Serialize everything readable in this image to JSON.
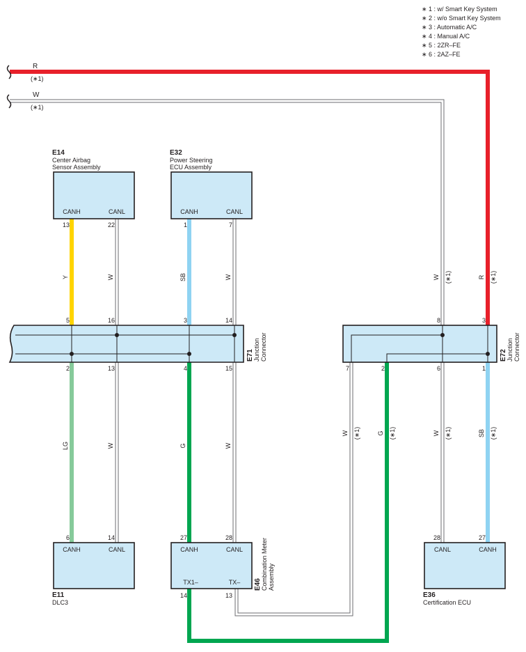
{
  "legend": [
    "∗ 1 : w/ Smart Key System",
    "∗ 2 : w/o Smart Key System",
    "∗ 3 : Automatic A/C",
    "∗ 4 : Manual A/C",
    "∗ 5 : 2ZR–FE",
    "∗ 6 : 2AZ–FE"
  ],
  "colors": {
    "R": "#e8202a",
    "Y": "#ffd400",
    "SB": "#8fd3f2",
    "LG": "#86ca9a",
    "G": "#00a650",
    "W": "#ffffff",
    "box": "#cde9f7"
  },
  "top_wires": {
    "r_label": "R",
    "r_note": "(∗1)",
    "w_label": "W",
    "w_note": "(∗1)"
  },
  "components": {
    "e14": {
      "id": "E14",
      "name1": "Center Airbag",
      "name2": "Sensor Assembly",
      "pin_a": "CANH",
      "pin_b": "CANL",
      "num_a": "13",
      "num_b": "22"
    },
    "e32": {
      "id": "E32",
      "name1": "Power Steering",
      "name2": "ECU Assembly",
      "pin_a": "CANH",
      "pin_b": "CANL",
      "num_a": "1",
      "num_b": "7"
    },
    "e11": {
      "id": "E11",
      "name1": "DLC3",
      "pin_a": "CANH",
      "pin_b": "CANL",
      "num_a": "6",
      "num_b": "14"
    },
    "e46": {
      "id": "E46",
      "name1": "Combination Meter",
      "name2": "Assembly",
      "pin_a": "CANH",
      "pin_b": "CANL",
      "pin_c": "TX1–",
      "pin_d": "TX–",
      "num_a": "27",
      "num_b": "28",
      "num_c": "14",
      "num_d": "13"
    },
    "e36": {
      "id": "E36",
      "name1": "Certification ECU",
      "pin_a": "CANL",
      "pin_b": "CANH",
      "num_a": "28",
      "num_b": "27"
    }
  },
  "junctions": {
    "e71": {
      "id": "E71",
      "name1": "Junction",
      "name2": "Connector",
      "top_pins": [
        "5",
        "16",
        "3",
        "14"
      ],
      "bottom_pins": [
        "2",
        "13",
        "4",
        "15"
      ]
    },
    "e72": {
      "id": "E72",
      "name1": "Junction",
      "name2": "Connector",
      "top_pins": [
        "8",
        "3"
      ],
      "bottom_pins": [
        "7",
        "2",
        "6",
        "1"
      ]
    }
  },
  "wire_labels": {
    "e14_canh": "Y",
    "e14_canl": "W",
    "e32_canh": "SB",
    "e32_canl": "W",
    "e11_canh": "LG",
    "e11_canl": "W",
    "e46_canh": "G",
    "e46_canl": "W",
    "e72_8": "W",
    "e72_8_note": "(∗1)",
    "e72_3": "R",
    "e72_3_note": "(∗1)",
    "e72_7": "W",
    "e72_7_note": "(∗1)",
    "e72_2": "G",
    "e72_2_note": "(∗1)",
    "e72_6": "W",
    "e72_6_note": "(∗1)",
    "e72_1": "SB",
    "e72_1_note": "(∗1)"
  }
}
